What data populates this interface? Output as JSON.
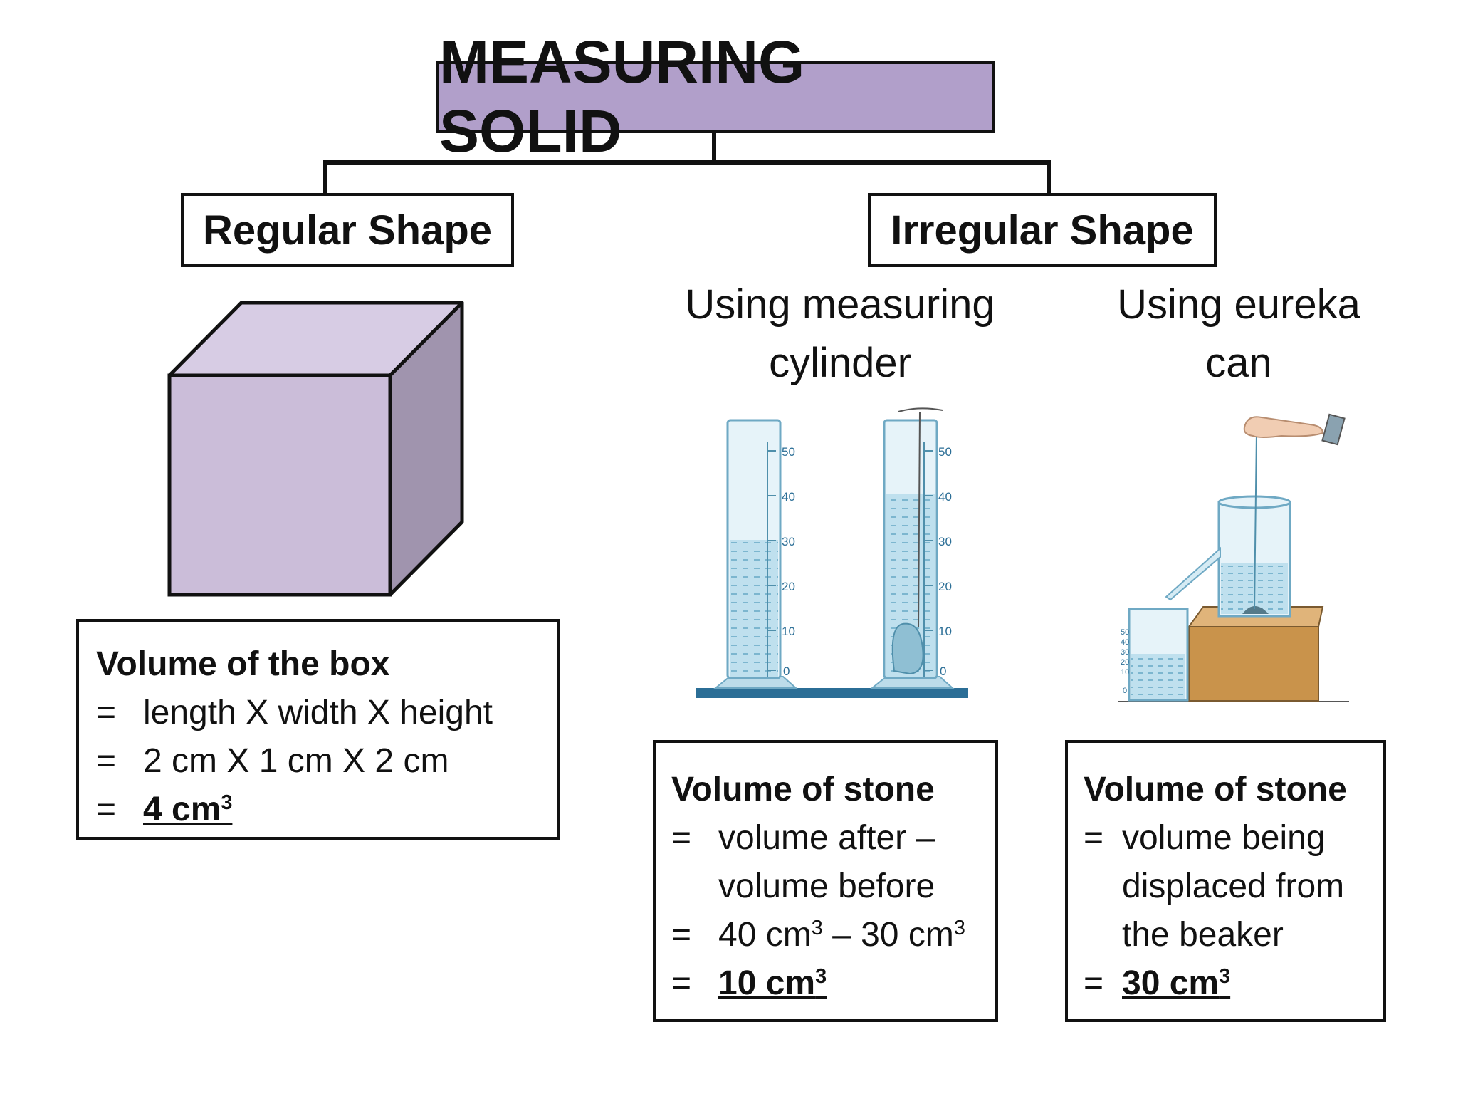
{
  "title": "MEASURING SOLID",
  "regular": {
    "label": "Regular Shape",
    "box": {
      "heading": "Volume of the box",
      "lines": [
        {
          "eq": "=",
          "text": "length X width X height"
        },
        {
          "eq": "=",
          "text": "2 cm X 1 cm X 2 cm"
        },
        {
          "eq": "=",
          "text": "4 cm",
          "sup": "3"
        }
      ]
    }
  },
  "irregular": {
    "label": "Irregular Shape",
    "cylinder": {
      "method_line1": "Using measuring",
      "method_line2": "cylinder",
      "scale_labels": [
        "50",
        "40",
        "30",
        "20",
        "10",
        "0"
      ],
      "box": {
        "heading": "Volume of stone",
        "line1_eq": "=",
        "line1a": "volume after –",
        "line1b": "volume before",
        "line2_eq": "=",
        "line2_a": "40 cm",
        "line2_a_sup": "3",
        "line2_b": " – 30 cm",
        "line2_b_sup": "3",
        "line3_eq": "=",
        "line3": "10 cm",
        "line3_sup": "3"
      }
    },
    "eureka": {
      "method_line1": "Using eureka",
      "method_line2": "can",
      "beaker_scale_labels": [
        "50",
        "40",
        "30",
        "20",
        "10",
        "0"
      ],
      "box": {
        "heading": "Volume of stone",
        "line1_eq": "=",
        "line1a": "volume being",
        "line1b": "displaced from",
        "line1c": "the beaker",
        "line2_eq": "=",
        "line2": "30 cm",
        "line2_sup": "3"
      }
    }
  },
  "colors": {
    "title_fill": "#b19fca",
    "cube_front": "#cbbdd9",
    "cube_top": "#d7cce4",
    "cube_side": "#a094ae",
    "water": "#bfe0ee",
    "glass": "#e6f3f9",
    "glass_stroke": "#6fa9c4",
    "wood": "#c9934b"
  }
}
